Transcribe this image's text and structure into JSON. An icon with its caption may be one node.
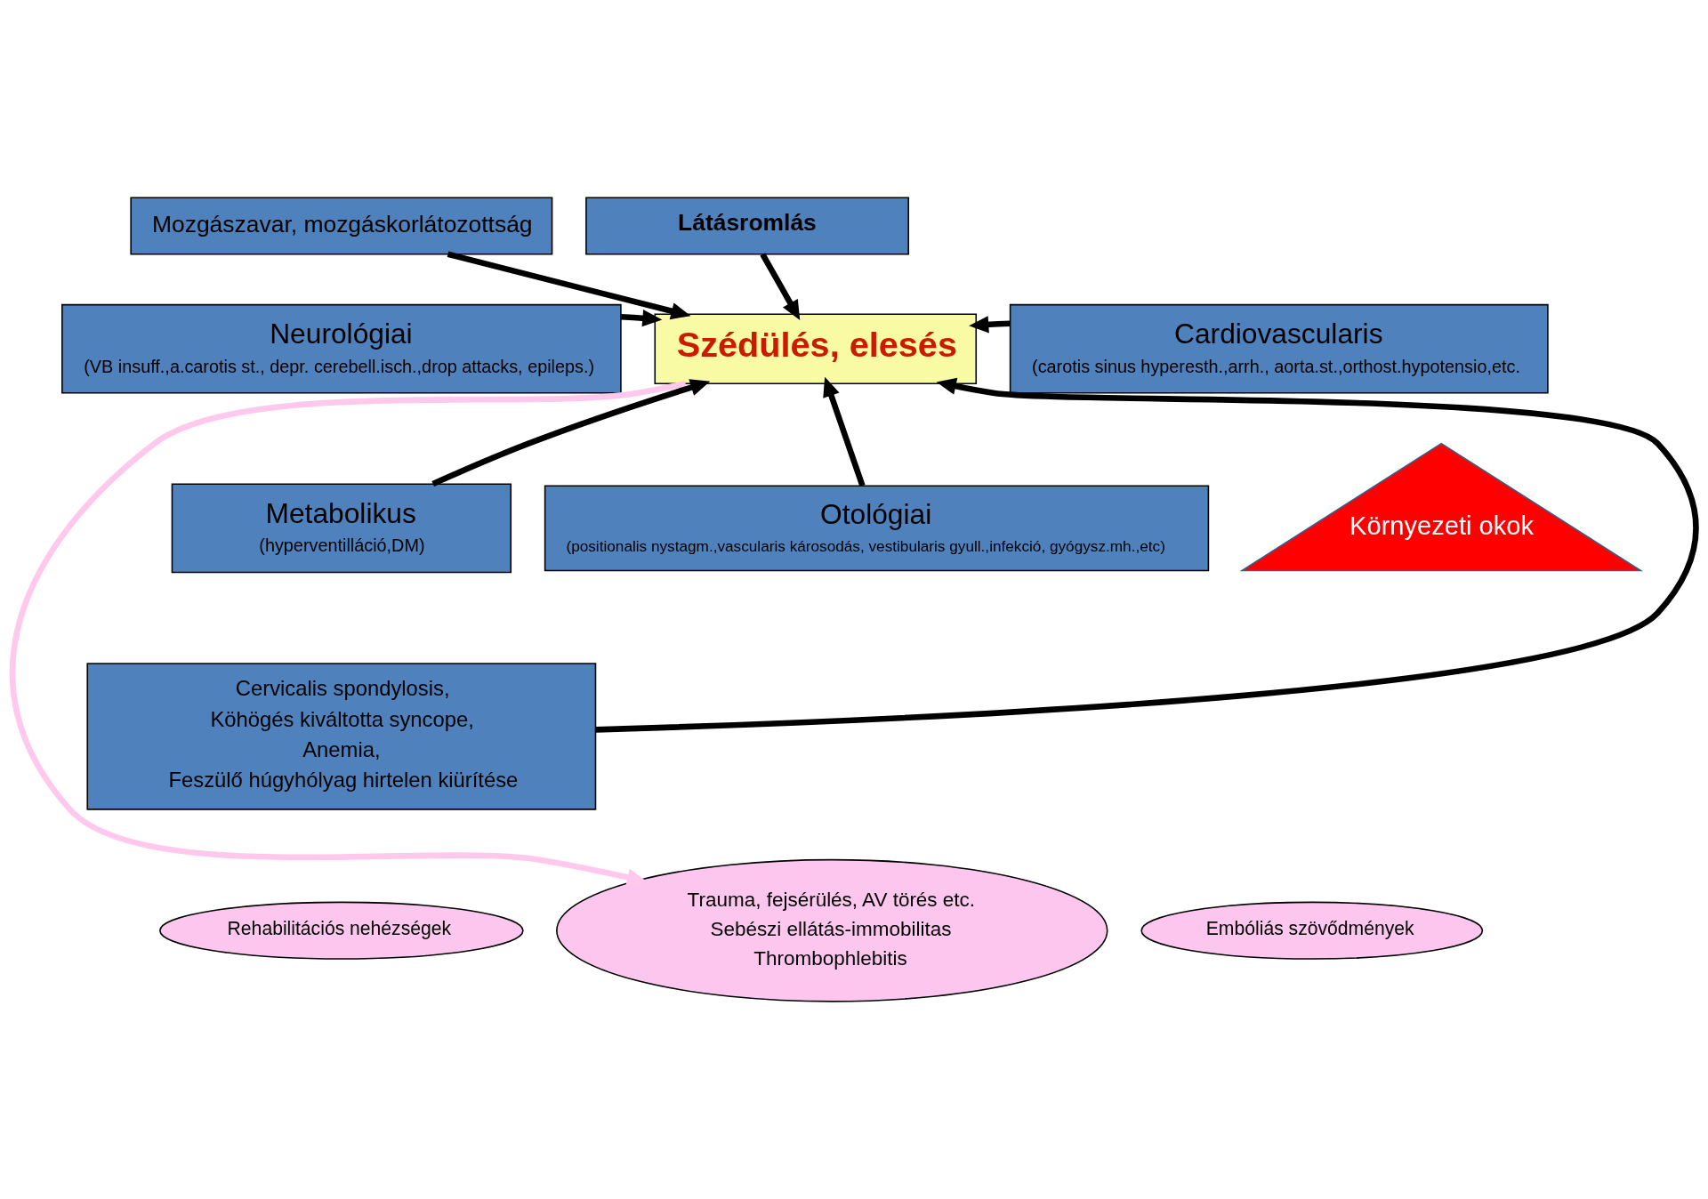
{
  "diagram": {
    "nodes": [
      {
        "text": [
          "Mozgászavar, mozgáskorlátozottság"
        ]
      },
      {
        "text": [
          "Látásromlás"
        ]
      },
      {
        "text": [
          "Szédülés, elesés"
        ]
      },
      {
        "text": [
          "Neurológiai",
          "(VB insuff.,a.carotis st., depr. cerebell.isch.,drop attacks, epileps.)"
        ]
      },
      {
        "text": [
          "Cardiovascularis",
          "(carotis sinus hyperesth.,arrh., aorta.st.,orthost.hypotensio,etc."
        ]
      },
      {
        "text": [
          "Metabolikus",
          "(hyperventilláció,DM)"
        ]
      },
      {
        "text": [
          "Otológiai",
          "(positionalis nystagm.,vascularis károsodás, vestibularis gyull.,infekció, gyógysz.mh.,etc)"
        ]
      },
      {
        "text": [
          "Cervicalis spondylosis,",
          "Köhögés kiváltotta syncope,",
          "Anemia,",
          "Feszülő húgyhólyag hirtelen kiürítése"
        ]
      },
      {
        "text": [
          "Környezeti okok"
        ]
      },
      {
        "text": [
          "Rehabilitációs nehézségek"
        ]
      },
      {
        "text": [
          "Trauma, fejsérülés, AV törés etc.",
          "Sebészi ellátás-immobilitas",
          "Thrombophlebitis"
        ]
      },
      {
        "text": [
          "Embóliás szövődmények"
        ]
      }
    ],
    "edges": [
      {
        "from": 0,
        "to": 2,
        "arrow": "to"
      },
      {
        "from": 1,
        "to": 2,
        "arrow": "to"
      },
      {
        "from": 3,
        "to": 2,
        "arrow": "to"
      },
      {
        "from": 5,
        "to": 2,
        "arrow": "to"
      },
      {
        "from": 7,
        "to": 2,
        "arrow": "to"
      },
      {
        "from": 6,
        "to": 2,
        "arrow": "to"
      },
      {
        "from": 4,
        "to": 2,
        "arrow": "to"
      },
      {
        "from": 2,
        "to": 10,
        "arrow": "to",
        "color": "#ffc8ec"
      }
    ]
  }
}
